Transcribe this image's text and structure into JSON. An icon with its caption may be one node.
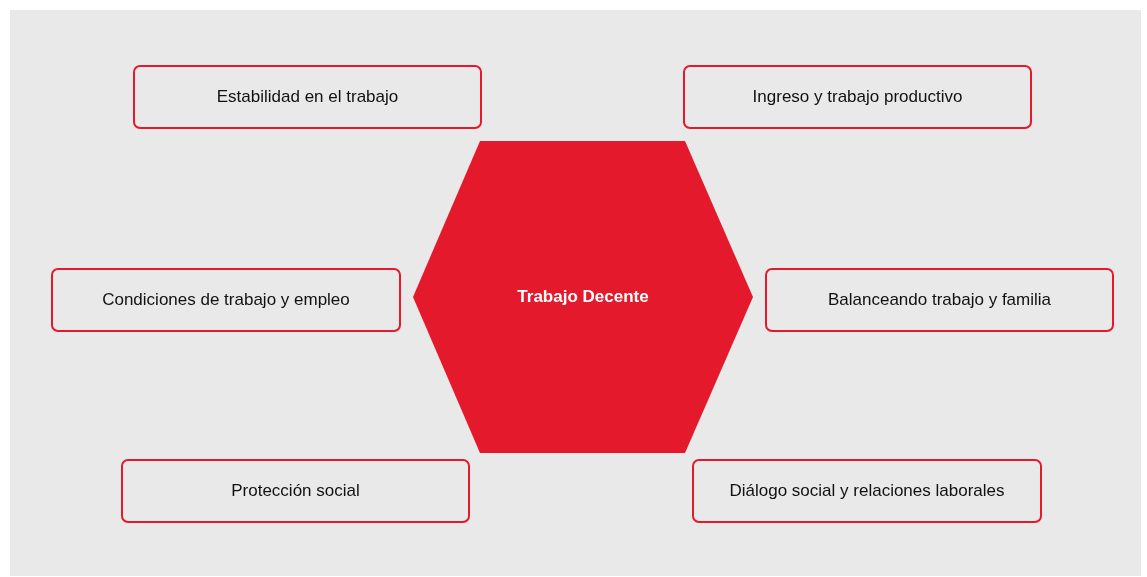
{
  "diagram": {
    "nodes": [
      {
        "text": [
          "Estabilidad en el trabajo"
        ]
      },
      {
        "text": [
          "Ingreso y trabajo productivo"
        ]
      },
      {
        "text": [
          "Condiciones de trabajo y empleo"
        ]
      },
      {
        "text": [
          "Trabajo Decente"
        ]
      },
      {
        "text": [
          "Balanceando trabajo y familia"
        ]
      },
      {
        "text": [
          "Protección social"
        ]
      },
      {
        "text": [
          "Diálogo social y relaciones laborales"
        ]
      }
    ]
  }
}
